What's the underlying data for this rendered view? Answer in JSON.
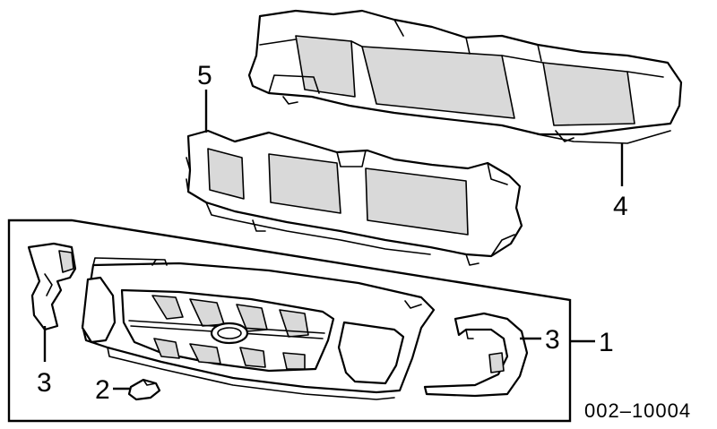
{
  "callouts": {
    "c1": "1",
    "c2": "2",
    "c3_left": "3",
    "c3_right": "3",
    "c4": "4",
    "c5": "5"
  },
  "catalog_number": "002–10004"
}
